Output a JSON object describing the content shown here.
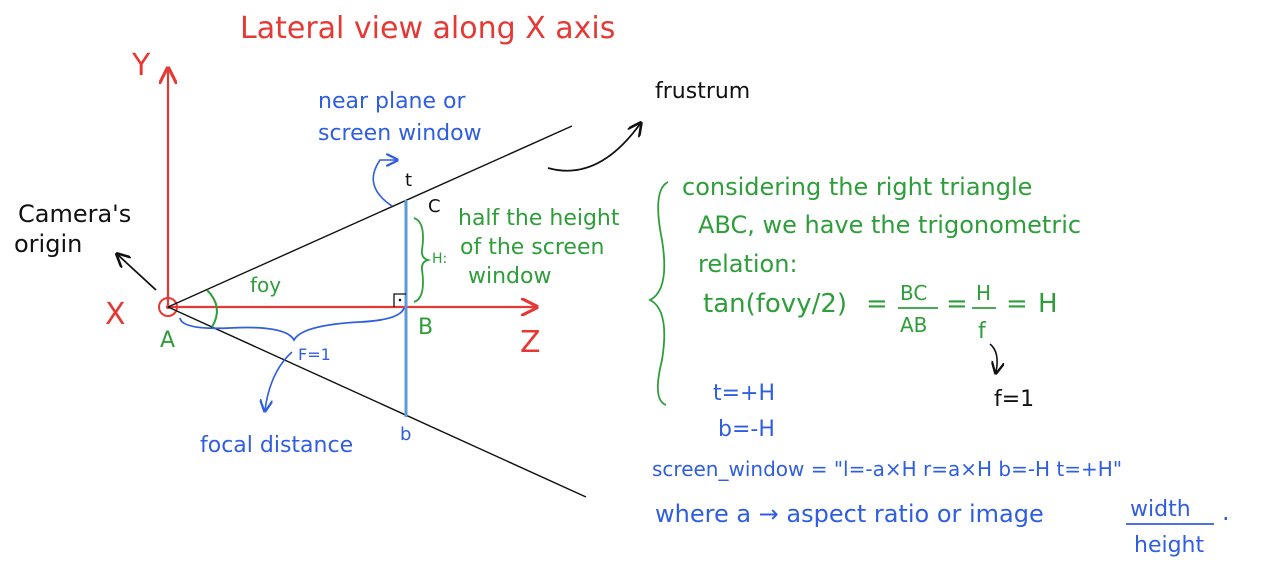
{
  "title": "Lateral view along X axis",
  "axes": {
    "y": "Y",
    "x": "X",
    "z": "Z"
  },
  "labels": {
    "cameras_origin_1": "Camera's",
    "cameras_origin_2": "origin",
    "near_plane_1": "near plane or",
    "near_plane_2": "screen window",
    "frustrum": "frustrum",
    "fov": "foy",
    "point_a": "A",
    "point_b": "B",
    "point_c": "C",
    "top_t": "t",
    "bottom_b": "b",
    "h_mark": "H:",
    "f_eq": "F=1",
    "focal_distance": "focal distance",
    "half_height_1": "half the height",
    "half_height_2": "of the screen",
    "half_height_3": "window"
  },
  "explanation": {
    "line1": "considering the right triangle",
    "line2": "ABC, we have the trigonometric",
    "line3": "relation:",
    "tan": "tan(fovy/2)",
    "bc": "BC",
    "ab": "AB",
    "h_num": "H",
    "f_den": "f",
    "equals": "=",
    "result": "H",
    "f1": "f=1",
    "t_eq": "t=+H",
    "b_eq": "b=-H"
  },
  "screen_window": {
    "line": "screen_window = \"l=-a×H  r=a×H  b=-H  t=+H\"",
    "where": "where a → aspect ratio or image",
    "width": "width",
    "height": "height",
    "period": "."
  },
  "colors": {
    "red": "#e53935",
    "green": "#2e9e3a",
    "blue": "#2f5fe0",
    "plane": "#5b9bd5",
    "black": "#111111"
  }
}
